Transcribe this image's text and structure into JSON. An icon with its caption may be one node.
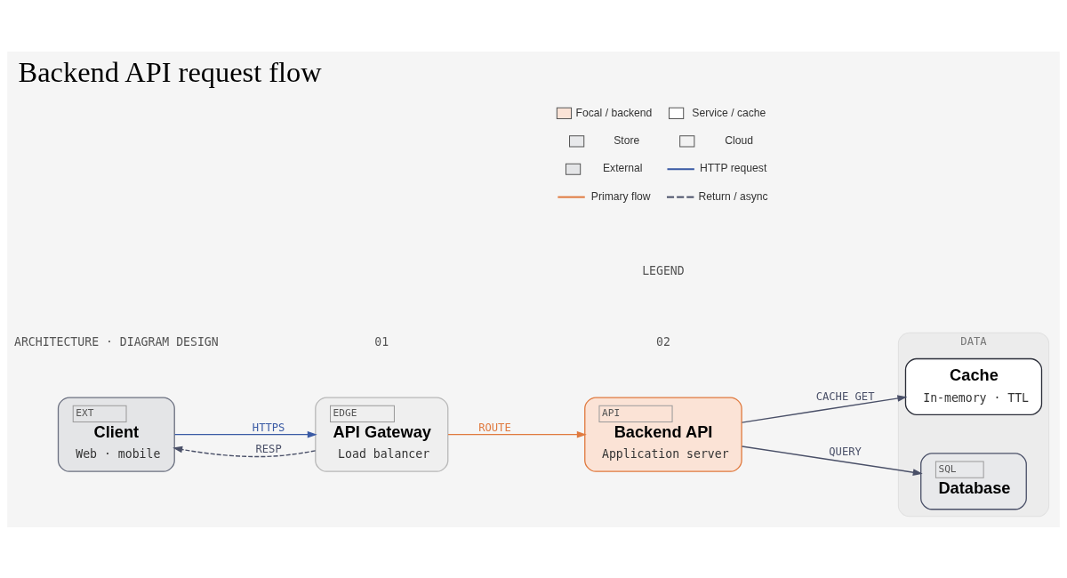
{
  "diagram": {
    "title": "Backend API request flow",
    "nodes": [
      {
        "text": [
          "EXT",
          "Client",
          "Web · mobile"
        ]
      },
      {
        "text": [
          "EDGE",
          "API Gateway",
          "Load balancer"
        ]
      },
      {
        "text": [
          "API",
          "Backend API",
          "Application server"
        ]
      },
      {
        "text": [
          "DATA"
        ]
      },
      {
        "text": [
          "Cache",
          "In-memory · TTL"
        ],
        "in": 3
      },
      {
        "text": [
          "SQL",
          "Database"
        ],
        "in": 3
      }
    ],
    "edges": [
      {
        "from": 0,
        "to": 1,
        "arrow": "to",
        "label": "HTTPS",
        "color": "#3b5ba5"
      },
      {
        "from": 1,
        "to": 0,
        "arrow": "to",
        "label": "RESP",
        "style": "dashed"
      },
      {
        "from": 1,
        "to": 2,
        "arrow": "to",
        "label": "ROUTE",
        "color": "#e07a3f"
      },
      {
        "from": 2,
        "to": 4,
        "arrow": "to",
        "label": "CACHE GET"
      },
      {
        "from": 2,
        "to": 5,
        "arrow": "to",
        "label": "QUERY"
      }
    ],
    "labels": [
      "ARCHITECTURE · DIAGRAM DESIGN",
      "01",
      "02",
      "LEGEND"
    ],
    "legend": [
      {
        "text": "Focal / backend",
        "color": "#fbe3d6"
      },
      {
        "text": "Service / cache",
        "color": "#ffffff"
      },
      {
        "text": "Store",
        "color": "#e8e9eb"
      },
      {
        "text": "Cloud",
        "color": "#f2f2f2"
      },
      {
        "text": "External",
        "color": "#e4e5e7"
      },
      {
        "text": "HTTP request"
      },
      {
        "text": "Primary flow"
      },
      {
        "text": "Return / async"
      }
    ]
  }
}
